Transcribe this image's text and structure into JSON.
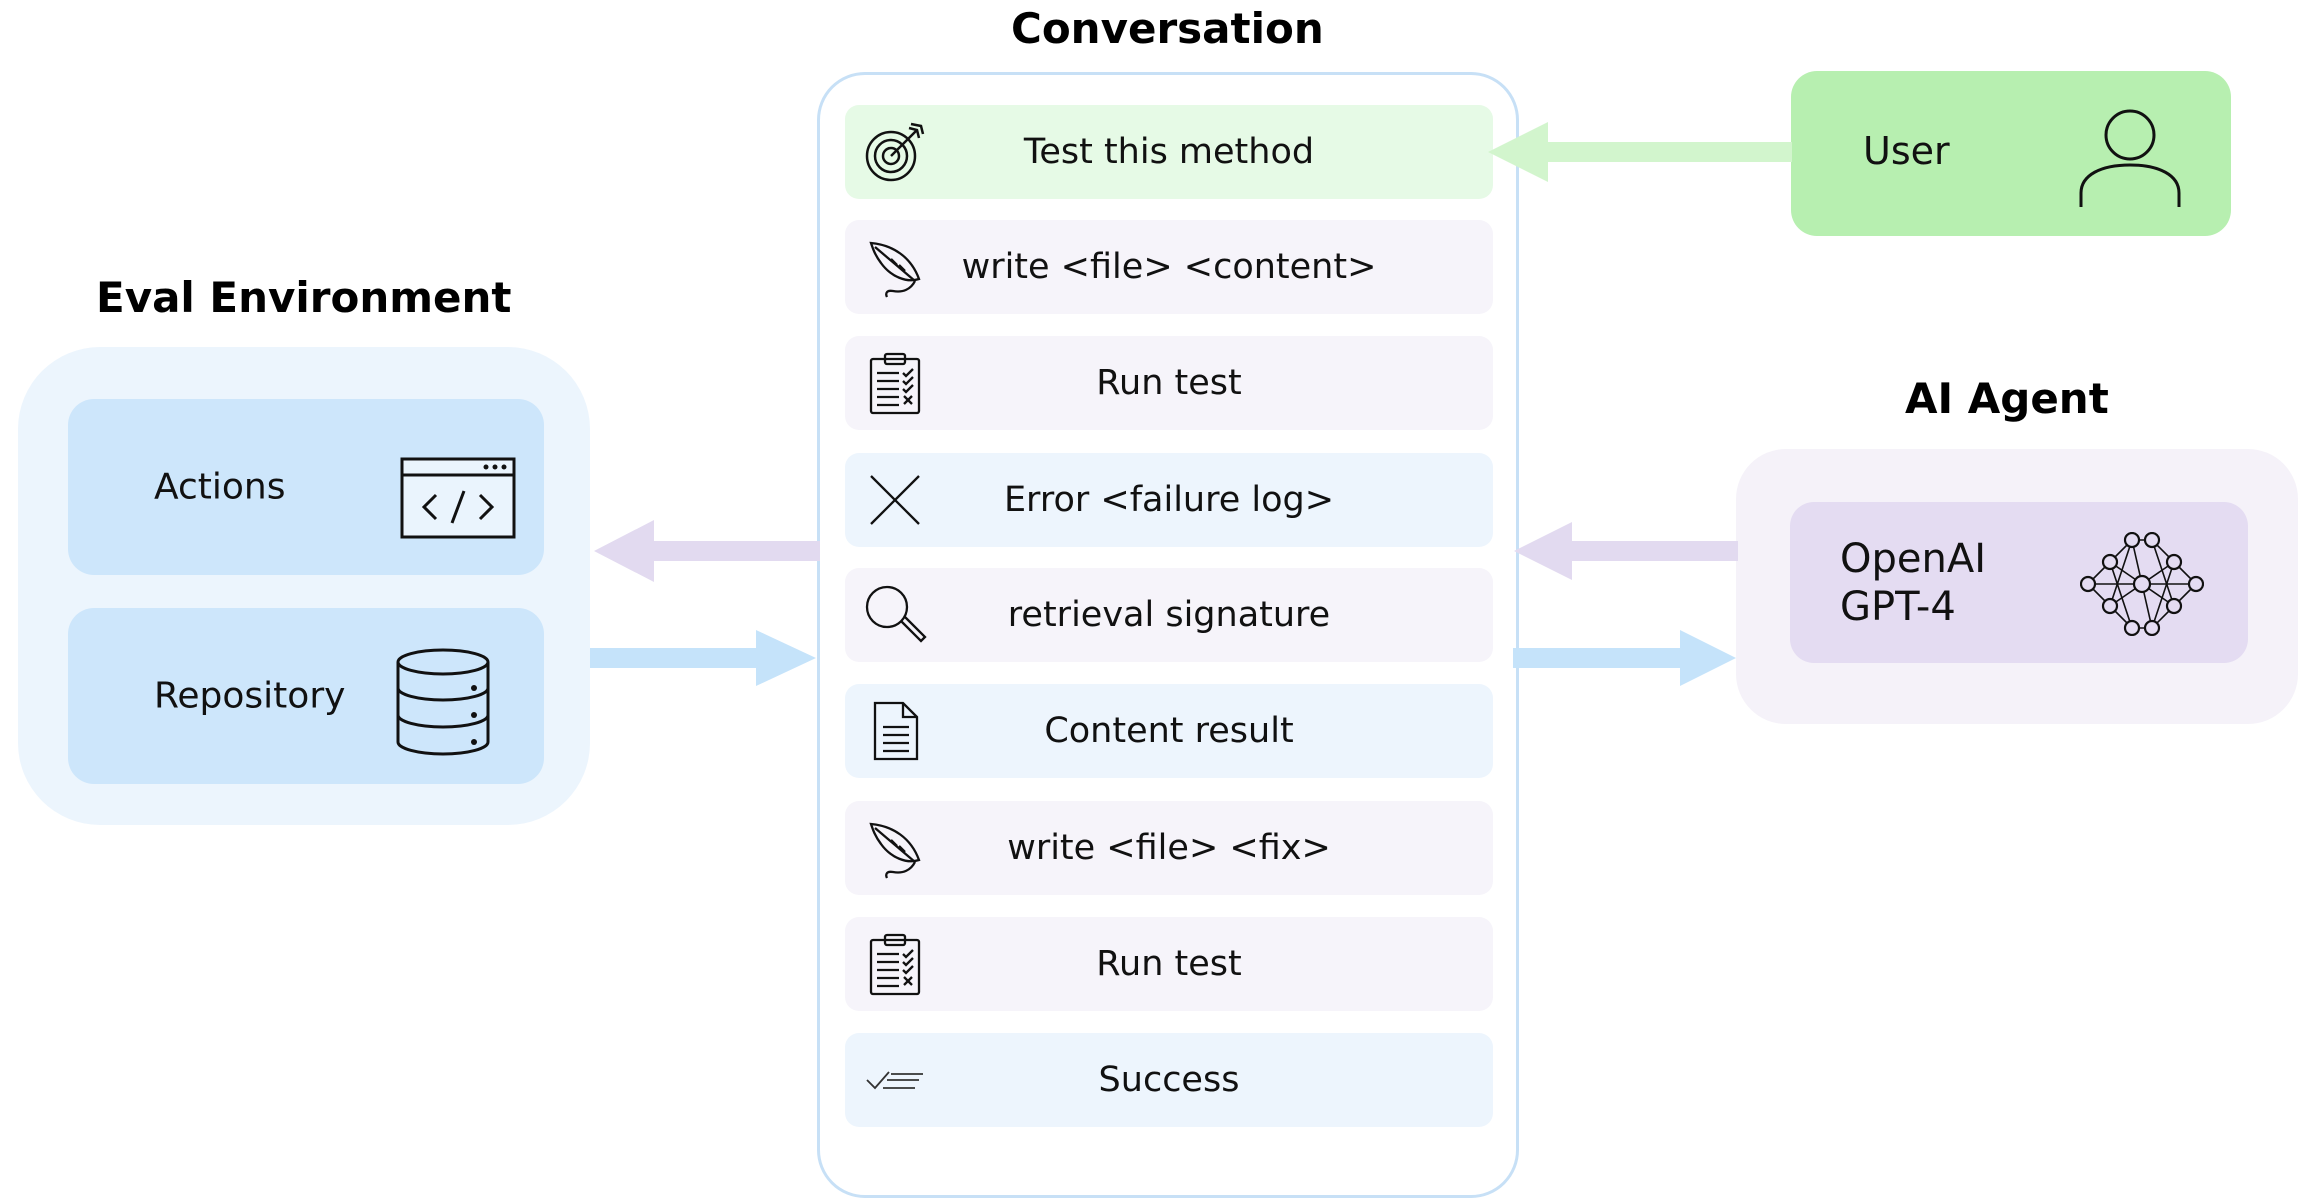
{
  "titles": {
    "conversation": "Conversation",
    "eval_environment": "Eval Environment",
    "ai_agent": "AI Agent"
  },
  "eval_environment": {
    "actions_label": "Actions",
    "repository_label": "Repository"
  },
  "conversation": {
    "messages": [
      {
        "label": "Test this method",
        "icon": "target-icon",
        "color": "#e6fae6"
      },
      {
        "label": "write <file> <content>",
        "icon": "feather-icon",
        "color": "#f6f4fa"
      },
      {
        "label": "Run test",
        "icon": "clipboard-checklist-icon",
        "color": "#f6f4fa"
      },
      {
        "label": "Error <failure log>",
        "icon": "x-icon",
        "color": "#edf5fd"
      },
      {
        "label": "retrieval signature",
        "icon": "magnifier-icon",
        "color": "#f6f4fa"
      },
      {
        "label": "Content result",
        "icon": "document-icon",
        "color": "#edf5fd"
      },
      {
        "label": "write <file> <fix>",
        "icon": "feather-icon",
        "color": "#f6f4fa"
      },
      {
        "label": "Run test",
        "icon": "clipboard-checklist-icon",
        "color": "#f6f4fa"
      },
      {
        "label": "Success",
        "icon": "checklist-icon",
        "color": "#edf5fd"
      }
    ]
  },
  "user": {
    "label": "User"
  },
  "ai_agent": {
    "name_line1": "OpenAI",
    "name_line2": "GPT-4"
  },
  "colors": {
    "green_arrow": "#d2f5cd",
    "purple_arrow": "#e2daf0",
    "blue_arrow": "#c5e3fa"
  }
}
